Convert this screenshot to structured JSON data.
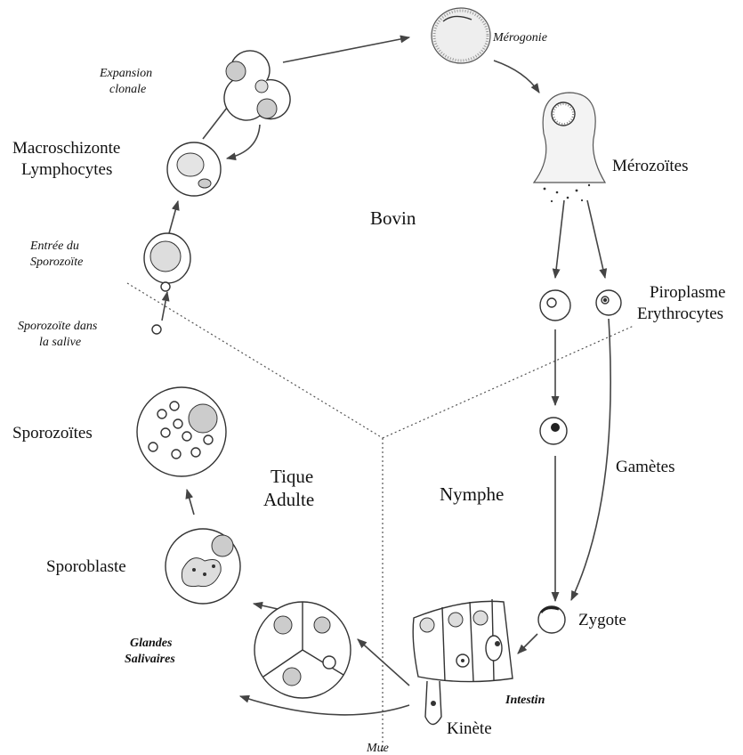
{
  "labels": {
    "merogonie": "Mérogonie",
    "expansion_line1": "Expansion",
    "expansion_line2": "clonale",
    "macroschizonte_line1": "Macroschizonte",
    "macroschizonte_line2": "Lymphocytes",
    "merozoites": "Mérozoïtes",
    "bovin": "Bovin",
    "entree_line1": "Entrée du",
    "entree_line2": "Sporozoïte",
    "piroplasme_line1": "Piroplasme",
    "piroplasme_line2": "Erythrocytes",
    "sporozoite_salive_line1": "Sporozoïte dans",
    "sporozoite_salive_line2": "la salive",
    "sporozoites": "Sporozoïtes",
    "gametes": "Gamètes",
    "tique_line1": "Tique",
    "tique_line2": "Adulte",
    "nymphe": "Nymphe",
    "sporoblaste": "Sporoblaste",
    "zygote": "Zygote",
    "glandes_line1": "Glandes",
    "glandes_line2": "Salivaires",
    "intestin": "Intestin",
    "kinete": "Kinète",
    "mue": "Mue"
  },
  "colors": {
    "ink": "#333333",
    "text": "#111111",
    "background": "#ffffff"
  }
}
